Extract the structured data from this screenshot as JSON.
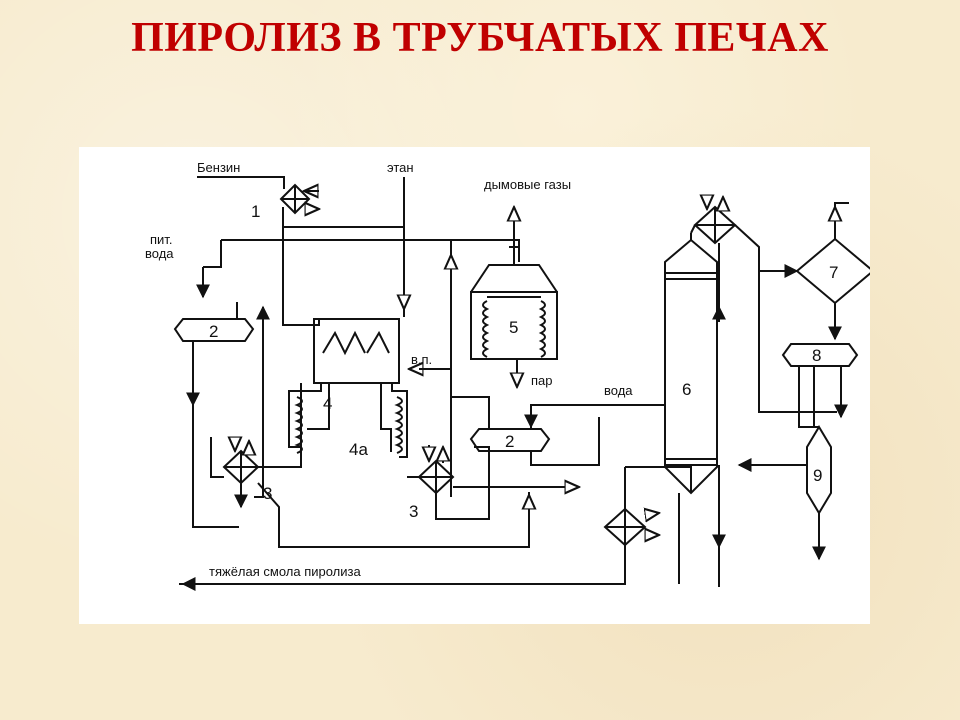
{
  "title": "ПИРОЛИЗ В ТРУБЧАТЫХ ПЕЧАХ",
  "diagram": {
    "labels": {
      "benzin": "Бензин",
      "etan": "этан",
      "dymovye_gazy": "дымовые газы",
      "pit_voda_1": "пит.",
      "pit_voda_2": "вода",
      "vp": "в.п.",
      "par": "пар",
      "voda": "вода",
      "smola": "тяжёлая смола пиролиза"
    },
    "units": {
      "u1": "1",
      "u2a": "2",
      "u2b": "2",
      "u3a": "3",
      "u3b": "3",
      "u4": "4",
      "u4a": "4а",
      "u5": "5",
      "u6": "6",
      "u7": "7",
      "u8": "8",
      "u9": "9"
    }
  }
}
